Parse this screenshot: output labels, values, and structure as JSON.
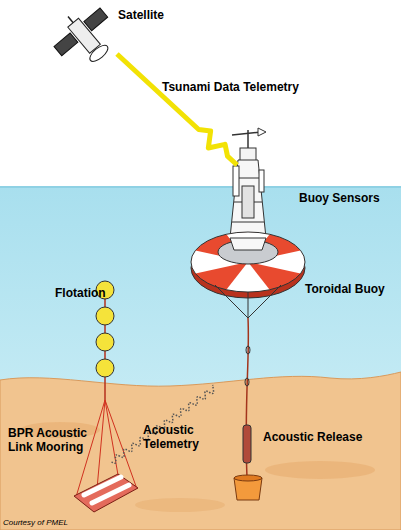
{
  "diagram": {
    "nodes": [
      {
        "text": [
          "Satellite"
        ]
      },
      {
        "text": [
          "Buoy Sensors",
          "Toroidal Buoy"
        ]
      },
      {
        "text": [
          "BPR Acoustic Link Mooring"
        ]
      }
    ],
    "edges": [
      {
        "from": 1,
        "to": 0,
        "label": "Tsunami Data Telemetry",
        "arrow": "none"
      },
      {
        "from": 2,
        "to": 1,
        "label": "Acoustic Telemetry",
        "arrow": "none"
      }
    ],
    "labels": [
      "Flotation",
      "Acoustic Release",
      "Courtesy of PMEL"
    ]
  }
}
